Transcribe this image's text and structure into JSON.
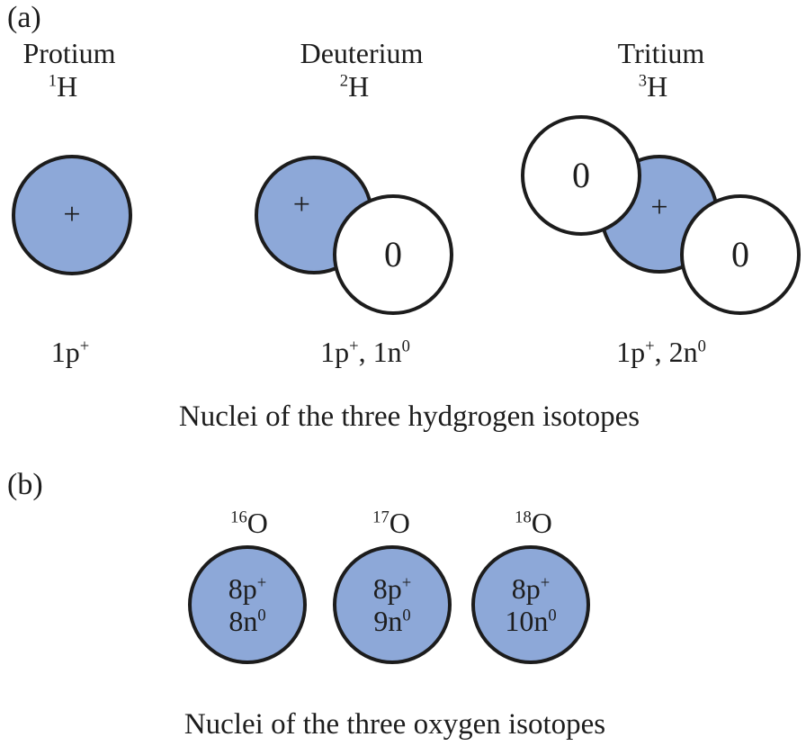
{
  "symbols": {
    "proton": "+",
    "neutron": "0"
  },
  "colors": {
    "proton_fill": "#8da8d8",
    "neutron_fill": "#ffffff",
    "outline": "#1c1c1c",
    "background": "#ffffff",
    "text": "#1d1d1d"
  },
  "panel_a": {
    "label": "(a)",
    "caption": "Nuclei of the three hydgrogen isotopes",
    "isotopes": [
      {
        "name": "Protium",
        "mass_number": "1",
        "symbol": "H",
        "composition": [
          {
            "base": "1p",
            "sup": "+"
          }
        ]
      },
      {
        "name": "Deuterium",
        "mass_number": "2",
        "symbol": "H",
        "composition": [
          {
            "base": "1p",
            "sup": "+"
          },
          {
            "base": ", 1n",
            "sup": "0"
          }
        ]
      },
      {
        "name": "Tritium",
        "mass_number": "3",
        "symbol": "H",
        "composition": [
          {
            "base": "1p",
            "sup": "+"
          },
          {
            "base": ", 2n",
            "sup": "0"
          }
        ]
      }
    ]
  },
  "panel_b": {
    "label": "(b)",
    "caption": "Nuclei of the three oxygen isotopes",
    "isotopes": [
      {
        "mass_number": "16",
        "symbol": "O",
        "protons": {
          "base": "8p",
          "sup": "+"
        },
        "neutrons": {
          "base": "8n",
          "sup": "0"
        }
      },
      {
        "mass_number": "17",
        "symbol": "O",
        "protons": {
          "base": "8p",
          "sup": "+"
        },
        "neutrons": {
          "base": "9n",
          "sup": "0"
        }
      },
      {
        "mass_number": "18",
        "symbol": "O",
        "protons": {
          "base": "8p",
          "sup": "+"
        },
        "neutrons": {
          "base": "10n",
          "sup": "0"
        }
      }
    ]
  }
}
